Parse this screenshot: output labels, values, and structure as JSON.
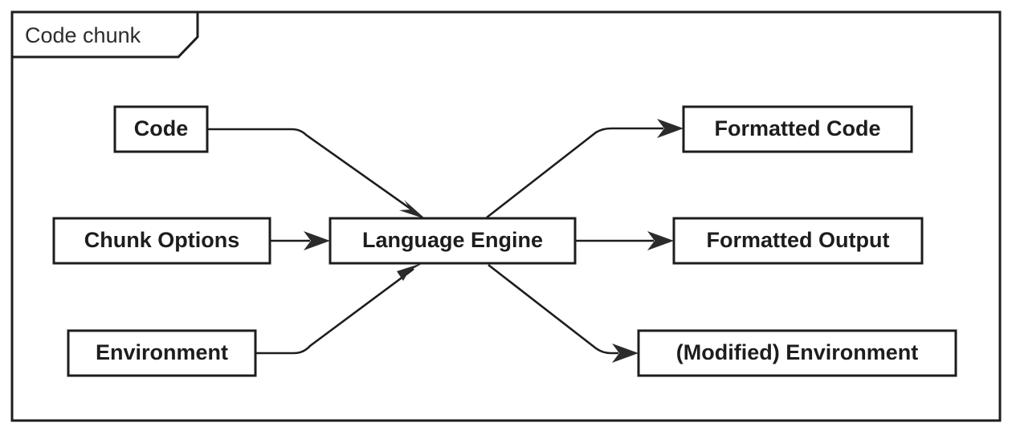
{
  "diagram": {
    "type": "flow-diagram",
    "frame": {
      "label": "Code chunk",
      "style": "uml-frame-with-pentagon-tab"
    },
    "nodes": [
      {
        "id": "code",
        "label": "Code",
        "role": "input",
        "column": "left"
      },
      {
        "id": "chunk-options",
        "label": "Chunk Options",
        "role": "input",
        "column": "left"
      },
      {
        "id": "environment",
        "label": "Environment",
        "role": "input",
        "column": "left"
      },
      {
        "id": "language-engine",
        "label": "Language Engine",
        "role": "process",
        "column": "center"
      },
      {
        "id": "formatted-code",
        "label": "Formatted Code",
        "role": "output",
        "column": "right"
      },
      {
        "id": "formatted-output",
        "label": "Formatted Output",
        "role": "output",
        "column": "right"
      },
      {
        "id": "modified-env",
        "label": "(Modified) Environment",
        "role": "output",
        "column": "right"
      }
    ],
    "edges": [
      {
        "from": "code",
        "to": "language-engine",
        "style": "orthogonal-diagonal"
      },
      {
        "from": "chunk-options",
        "to": "language-engine",
        "style": "straight"
      },
      {
        "from": "environment",
        "to": "language-engine",
        "style": "orthogonal-diagonal"
      },
      {
        "from": "language-engine",
        "to": "formatted-code",
        "style": "diagonal-orthogonal"
      },
      {
        "from": "language-engine",
        "to": "formatted-output",
        "style": "straight"
      },
      {
        "from": "language-engine",
        "to": "modified-env",
        "style": "diagonal-orthogonal"
      }
    ],
    "colors": {
      "stroke": "#1d1d1f",
      "fill": "#ffffff",
      "arrow": "#2b2b2e",
      "frame_label": "#2c2c2e"
    }
  }
}
